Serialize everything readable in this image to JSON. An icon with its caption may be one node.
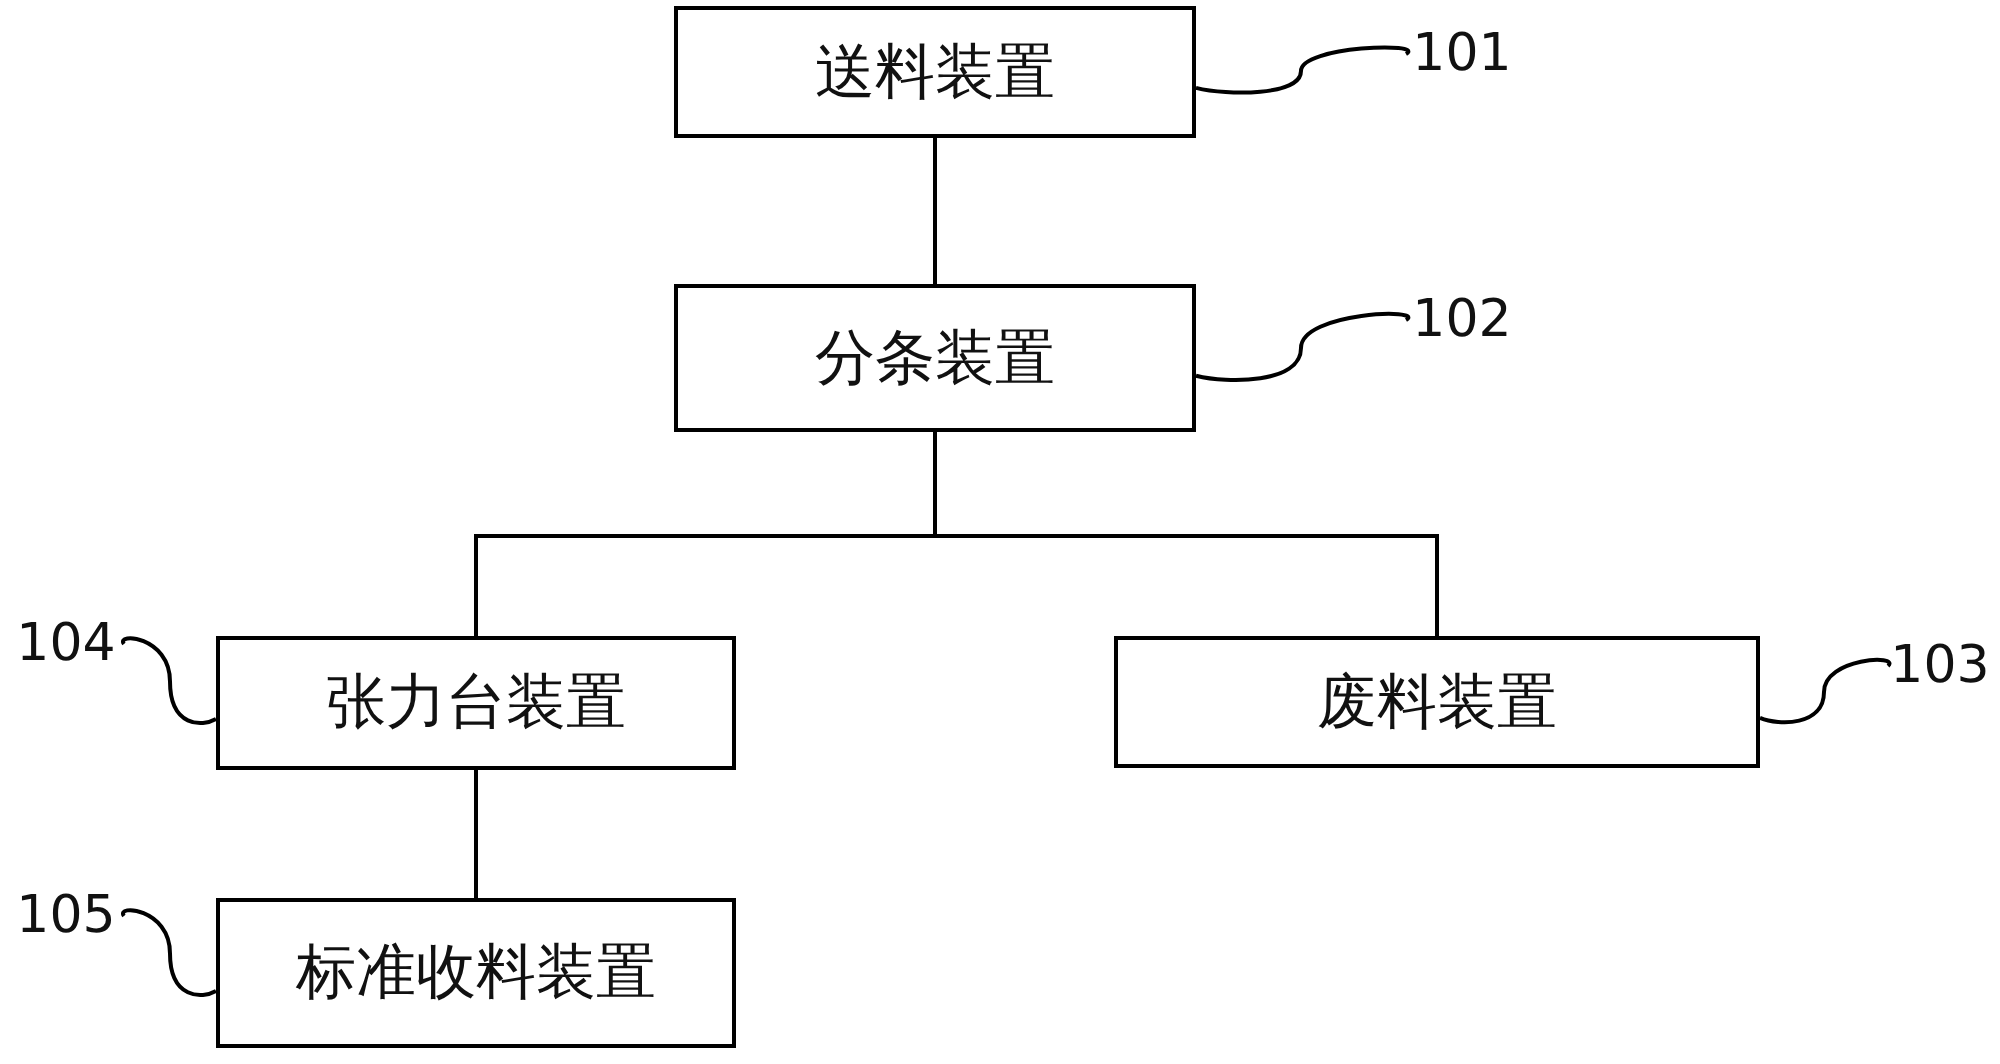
{
  "diagram": {
    "nodes": [
      {
        "text": [
          "送料装置"
        ]
      },
      {
        "text": [
          "分条装置"
        ]
      },
      {
        "text": [
          "张力台装置"
        ]
      },
      {
        "text": [
          "废料装置"
        ]
      },
      {
        "text": [
          "标准收料装置"
        ]
      },
      {
        "text": [
          "101"
        ]
      },
      {
        "text": [
          "102"
        ]
      },
      {
        "text": [
          "103"
        ]
      },
      {
        "text": [
          "104"
        ]
      },
      {
        "text": [
          "105"
        ]
      }
    ],
    "edges": [
      {
        "from": 0,
        "to": 1,
        "arrow": "none"
      },
      {
        "from": 1,
        "to": 2,
        "arrow": "none"
      },
      {
        "from": 1,
        "to": 3,
        "arrow": "none"
      },
      {
        "from": 2,
        "to": 4,
        "arrow": "none"
      },
      {
        "from": 5,
        "to": 0,
        "arrow": "none"
      },
      {
        "from": 6,
        "to": 1,
        "arrow": "none"
      },
      {
        "from": 7,
        "to": 3,
        "arrow": "none"
      },
      {
        "from": 8,
        "to": 2,
        "arrow": "none"
      },
      {
        "from": 9,
        "to": 4,
        "arrow": "none"
      }
    ]
  }
}
